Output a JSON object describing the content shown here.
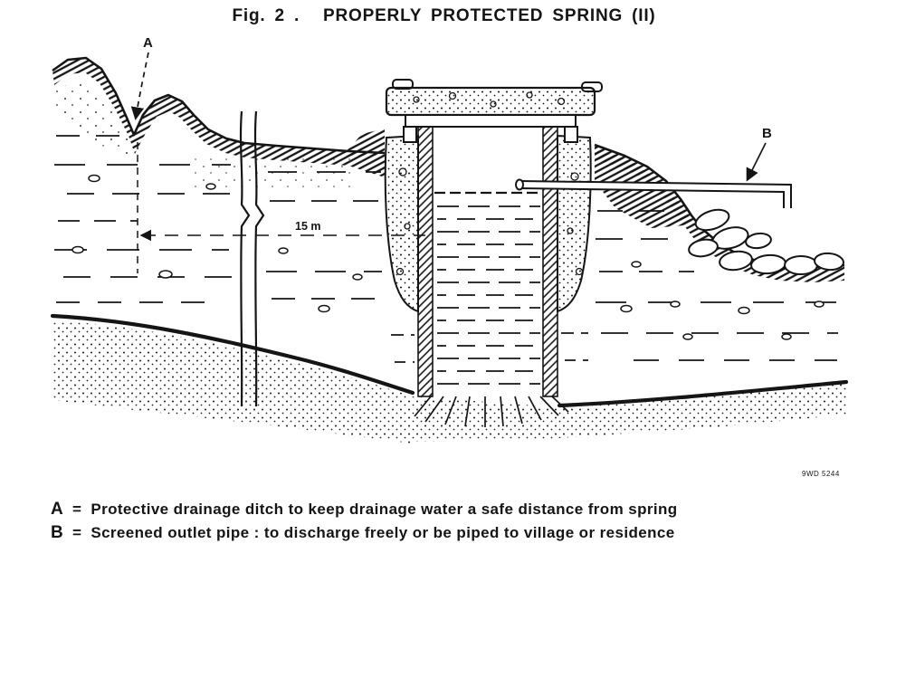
{
  "figure": {
    "fig_label": "Fig. 2 .",
    "title": "PROPERLY PROTECTED SPRING (II)"
  },
  "diagram": {
    "label_a": "A",
    "label_b": "B",
    "dimension_label": "15 m",
    "print_code": "9WD 5244",
    "ink_color": "#151515",
    "background_color": "#ffffff"
  },
  "legend": {
    "items": [
      {
        "key": "A",
        "separator": "=",
        "text": "Protective drainage ditch to keep drainage water a safe distance from spring"
      },
      {
        "key": "B",
        "separator": "=",
        "text": "Screened outlet pipe : to discharge freely or be piped to village or residence"
      }
    ]
  }
}
